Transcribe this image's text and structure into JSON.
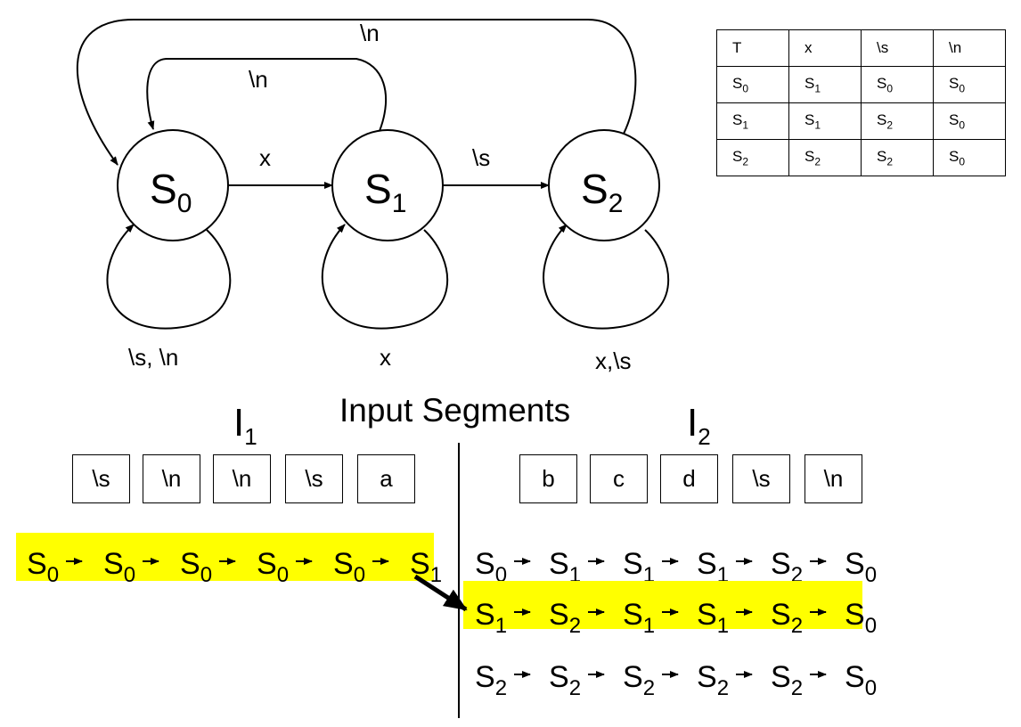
{
  "automaton": {
    "states": [
      {
        "id": "s0",
        "main": "S",
        "sub": "0"
      },
      {
        "id": "s1",
        "main": "S",
        "sub": "1"
      },
      {
        "id": "s2",
        "main": "S",
        "sub": "2"
      }
    ],
    "edge_labels": {
      "s0_s1": "x",
      "s1_s2": "\\s",
      "s1_s0": "\\n",
      "s2_s0": "\\n",
      "s0_self": "\\s, \\n",
      "s1_self": "x",
      "s2_self": "x,\\s"
    }
  },
  "transition_table": {
    "header": [
      "T",
      "x",
      "\\s",
      "\\n"
    ],
    "rows": [
      [
        {
          "m": "S",
          "s": "0"
        },
        {
          "m": "S",
          "s": "1"
        },
        {
          "m": "S",
          "s": "0"
        },
        {
          "m": "S",
          "s": "0"
        }
      ],
      [
        {
          "m": "S",
          "s": "1"
        },
        {
          "m": "S",
          "s": "1"
        },
        {
          "m": "S",
          "s": "2"
        },
        {
          "m": "S",
          "s": "0"
        }
      ],
      [
        {
          "m": "S",
          "s": "2"
        },
        {
          "m": "S",
          "s": "2"
        },
        {
          "m": "S",
          "s": "2"
        },
        {
          "m": "S",
          "s": "0"
        }
      ]
    ]
  },
  "segments": {
    "title": "Input Segments",
    "i1": {
      "main": "I",
      "sub": "1",
      "tokens": [
        "\\s",
        "\\n",
        "\\n",
        "\\s",
        "a"
      ]
    },
    "i2": {
      "main": "I",
      "sub": "2",
      "tokens": [
        "b",
        "c",
        "d",
        "\\s",
        "\\n"
      ]
    }
  },
  "sequences": {
    "i1": [
      {
        "subs": [
          "0",
          "0",
          "0",
          "0",
          "0",
          "1"
        ],
        "highlighted": true
      }
    ],
    "i2": [
      {
        "subs": [
          "0",
          "1",
          "1",
          "1",
          "2",
          "0"
        ],
        "highlighted": false
      },
      {
        "subs": [
          "1",
          "2",
          "1",
          "1",
          "2",
          "0"
        ],
        "highlighted": true
      },
      {
        "subs": [
          "2",
          "2",
          "2",
          "2",
          "2",
          "0"
        ],
        "highlighted": false
      }
    ]
  },
  "colors": {
    "highlight": "#ffff00",
    "ink": "#000000"
  }
}
